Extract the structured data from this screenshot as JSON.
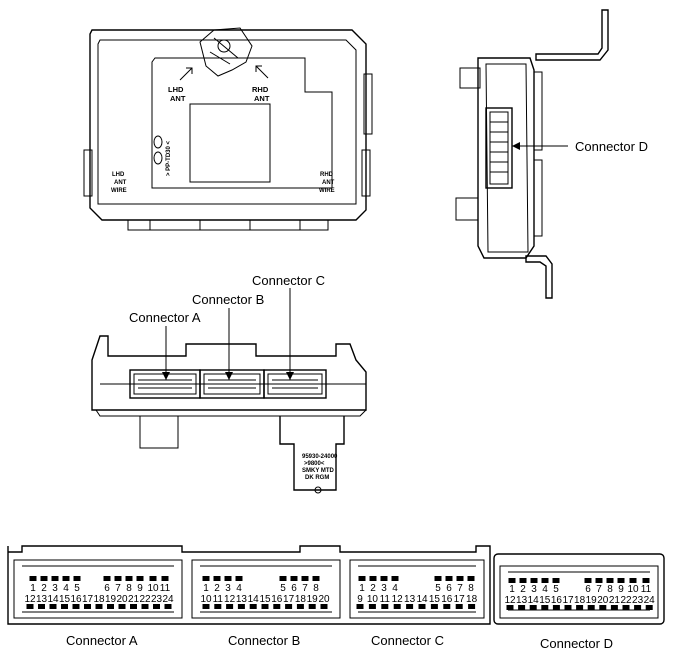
{
  "labels": {
    "connector_a": "Connector A",
    "connector_b": "Connector B",
    "connector_c": "Connector C",
    "connector_d": "Connector D"
  },
  "top_view": {
    "lhd_ant": [
      "LHD",
      "ANT"
    ],
    "rhd_ant": [
      "RHD",
      "ANT"
    ],
    "lhd_ant_wire": [
      "LHD",
      "ANT",
      "WIRE"
    ],
    "rhd_ant_wire": [
      "RHD",
      "ANT",
      "WIRE"
    ],
    "vertical_marking": "> PP-TD30 <"
  },
  "front_view": {
    "part_label": [
      "95930-24000",
      ">9800<",
      "SMKY MTD",
      "DK RGM"
    ]
  },
  "pinouts": {
    "a_top": [
      "1",
      "2",
      "3",
      "4",
      "5",
      "6",
      "7",
      "8",
      "9",
      "10",
      "11"
    ],
    "a_bottom": [
      "12",
      "13",
      "14",
      "15",
      "16",
      "17",
      "18",
      "19",
      "20",
      "21",
      "22",
      "23",
      "24"
    ],
    "b_top": [
      "1",
      "2",
      "3",
      "4",
      "5",
      "6",
      "7",
      "8"
    ],
    "b_bottom": [
      "10",
      "11",
      "12",
      "13",
      "14",
      "15",
      "16",
      "17",
      "18",
      "19",
      "20"
    ],
    "c_top": [
      "1",
      "2",
      "3",
      "4",
      "5",
      "6",
      "7",
      "8"
    ],
    "c_bottom": [
      "9",
      "10",
      "11",
      "12",
      "13",
      "14",
      "15",
      "16",
      "17",
      "18"
    ],
    "d_top": [
      "1",
      "2",
      "3",
      "4",
      "5",
      "6",
      "7",
      "8",
      "9",
      "10",
      "11"
    ],
    "d_bottom": [
      "12",
      "13",
      "14",
      "15",
      "16",
      "17",
      "18",
      "19",
      "20",
      "21",
      "22",
      "23",
      "24"
    ]
  }
}
